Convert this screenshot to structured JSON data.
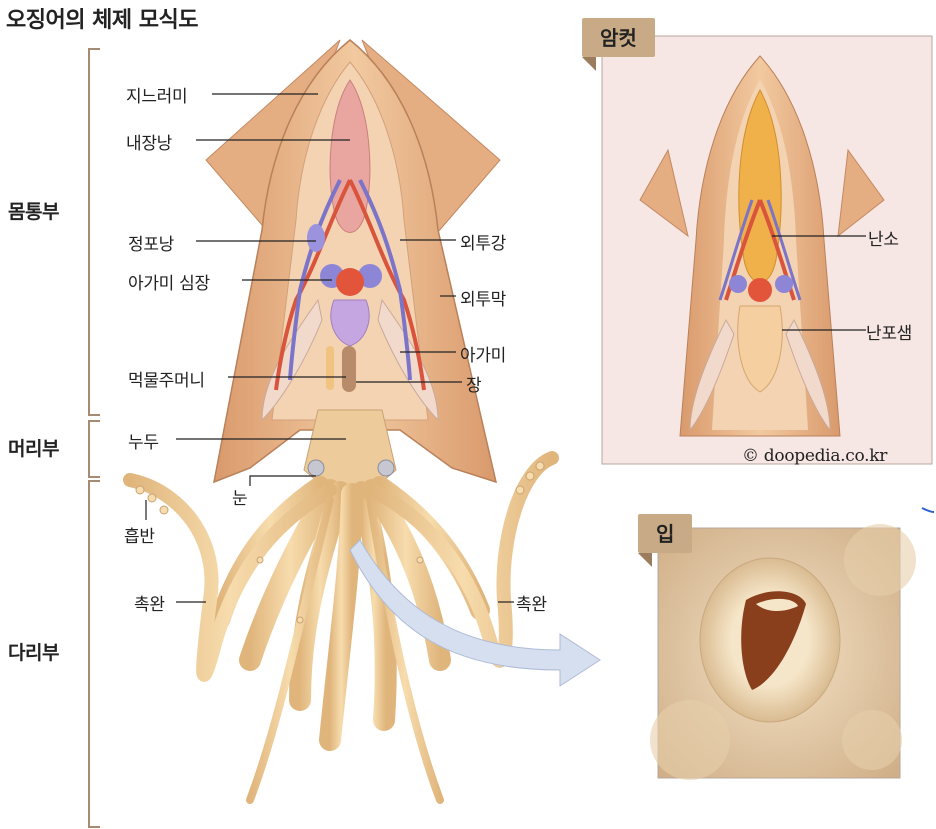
{
  "title": "오징어의 체제 모식도",
  "sections": {
    "body": "몸통부",
    "head": "머리부",
    "legs": "다리부"
  },
  "main_labels": {
    "mantle_fin": "지느러미",
    "gladius": "내장낭",
    "spermatophore": "정포낭",
    "gill_heart": "아가미 심장",
    "mantle_cavity": "외투강",
    "mantle": "외투막",
    "gill": "아가미",
    "ink_sac": "먹물주머니",
    "intestine": "장",
    "head_cartilage": "누두",
    "eye": "눈",
    "sucker": "흡반",
    "tentacle_left": "촉완",
    "tentacle_right": "촉완"
  },
  "female_panel": {
    "tab": "암컷",
    "ovary": "난소",
    "nidamental_gland": "난포샘",
    "credit": "© doopedia.co.kr"
  },
  "mouth_panel": {
    "tab": "입"
  },
  "colors": {
    "tab": "#c8ab86",
    "mantle": "#e9b98f",
    "panel_bg": "#f7e7e4",
    "tentacle": "#efcf9b",
    "vein": "#7b74c9",
    "artery": "#d9543c"
  }
}
